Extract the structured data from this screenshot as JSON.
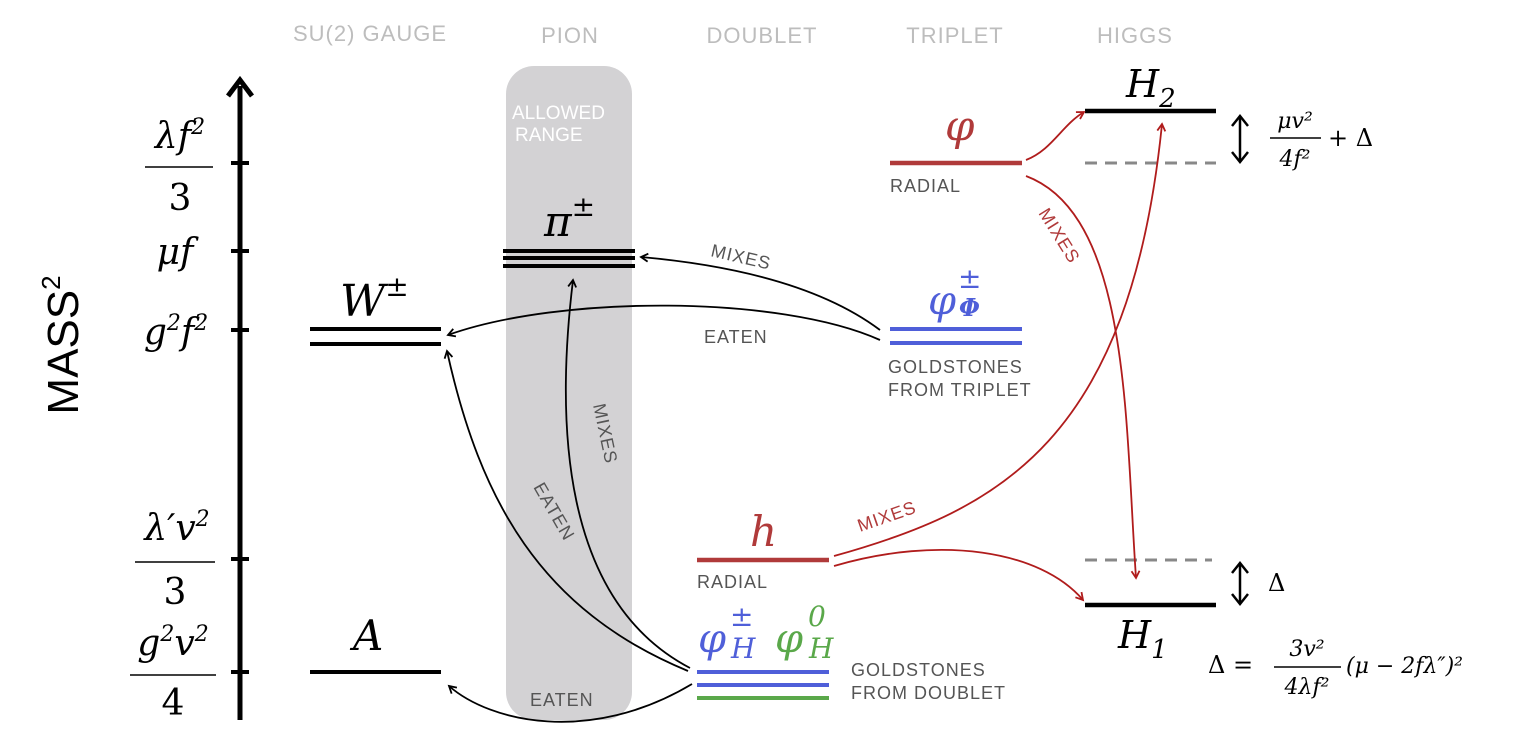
{
  "columns": {
    "gauge": "SU(2) GAUGE",
    "pion": "PION",
    "doublet": "DOUBLET",
    "triplet": "TRIPLET",
    "higgs": "HIGGS"
  },
  "axis": {
    "label": "MASS",
    "label_sup": "2"
  },
  "allowed_range": "ALLOWED\nRANGE",
  "ticks": [
    {
      "num": "λf",
      "num_sup": "2",
      "den": "3"
    },
    {
      "text": "μf"
    },
    {
      "text": "g",
      "sup1": "2",
      "text2": "f",
      "sup2": "2"
    },
    {
      "num": "λ′v",
      "num_sup": "2",
      "den": "3"
    },
    {
      "num": "g",
      "num_sup": "2",
      "num2": "v",
      "num2_sup": "2",
      "den": "4"
    }
  ],
  "states": {
    "W": {
      "sym": "W",
      "sup": "±"
    },
    "A": {
      "sym": "A"
    },
    "pi": {
      "sym": "π",
      "sup": "±"
    },
    "phi": {
      "sym": "φ",
      "note": "RADIAL"
    },
    "varphi_Phi": {
      "sym": "φ",
      "sup": "±",
      "sub": "Φ",
      "note1": "GOLDSTONES",
      "note2": "FROM TRIPLET"
    },
    "h": {
      "sym": "h",
      "note": "RADIAL"
    },
    "varphi_H_pm": {
      "sym": "φ",
      "sup": "±",
      "sub": "H"
    },
    "varphi_H_0": {
      "sym": "φ",
      "sup": "0",
      "sub": "H"
    },
    "doublet_goldstones": {
      "note1": "GOLDSTONES",
      "note2": "FROM DOUBLET"
    },
    "H2": {
      "sym": "H",
      "sub": "2"
    },
    "H1": {
      "sym": "H",
      "sub": "1"
    }
  },
  "arrows": {
    "mixes": "MIXES",
    "eaten": "EATEN"
  },
  "splittings": {
    "upper": {
      "num": "μv²",
      "den": "4f²",
      "tail": "+ Δ"
    },
    "lower": {
      "text": "Δ"
    },
    "formula": {
      "lhs": "Δ =",
      "num": "3v²",
      "den": "4λf²",
      "tail": "(μ − 2fλ″)²"
    }
  },
  "colors": {
    "red": "#b03a3a",
    "blue": "#4f5fd9",
    "green": "#5aa84a",
    "grey_band": "#d3d2d4",
    "dashed": "#888888"
  }
}
